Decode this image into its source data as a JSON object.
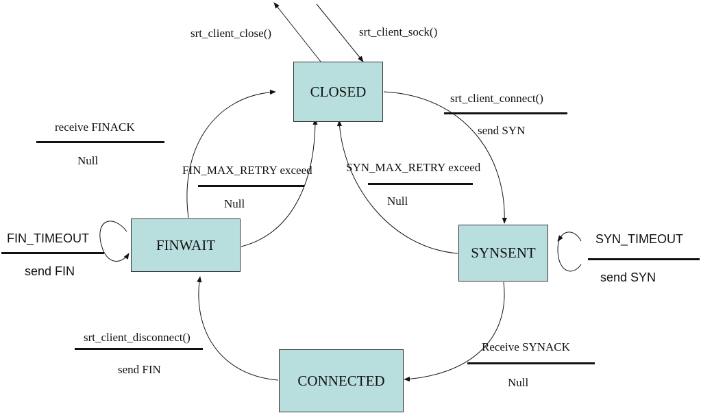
{
  "states": {
    "closed": "CLOSED",
    "synsent": "SYNSENT",
    "connected": "CONNECTED",
    "finwait": "FINWAIT"
  },
  "transitions": {
    "client_close": "srt_client_close()",
    "client_sock": "srt_client_sock()",
    "client_connect": {
      "event": "srt_client_connect()",
      "action": "send SYN"
    },
    "receive_finack": {
      "event": "receive FINACK",
      "action": "Null"
    },
    "fin_max_retry": {
      "event": "FIN_MAX_RETRY exceed",
      "action": "Null"
    },
    "syn_max_retry": {
      "event": "SYN_MAX_RETRY exceed",
      "action": "Null"
    },
    "fin_timeout": {
      "event": "FIN_TIMEOUT",
      "action": "send FIN"
    },
    "syn_timeout": {
      "event": "SYN_TIMEOUT",
      "action": "send SYN"
    },
    "client_disconnect": {
      "event": "srt_client_disconnect()",
      "action": "send FIN"
    },
    "receive_synack": {
      "event": "Receive SYNACK",
      "action": "Null"
    }
  },
  "colors": {
    "state_fill": "#b9dede",
    "line": "#111111"
  }
}
